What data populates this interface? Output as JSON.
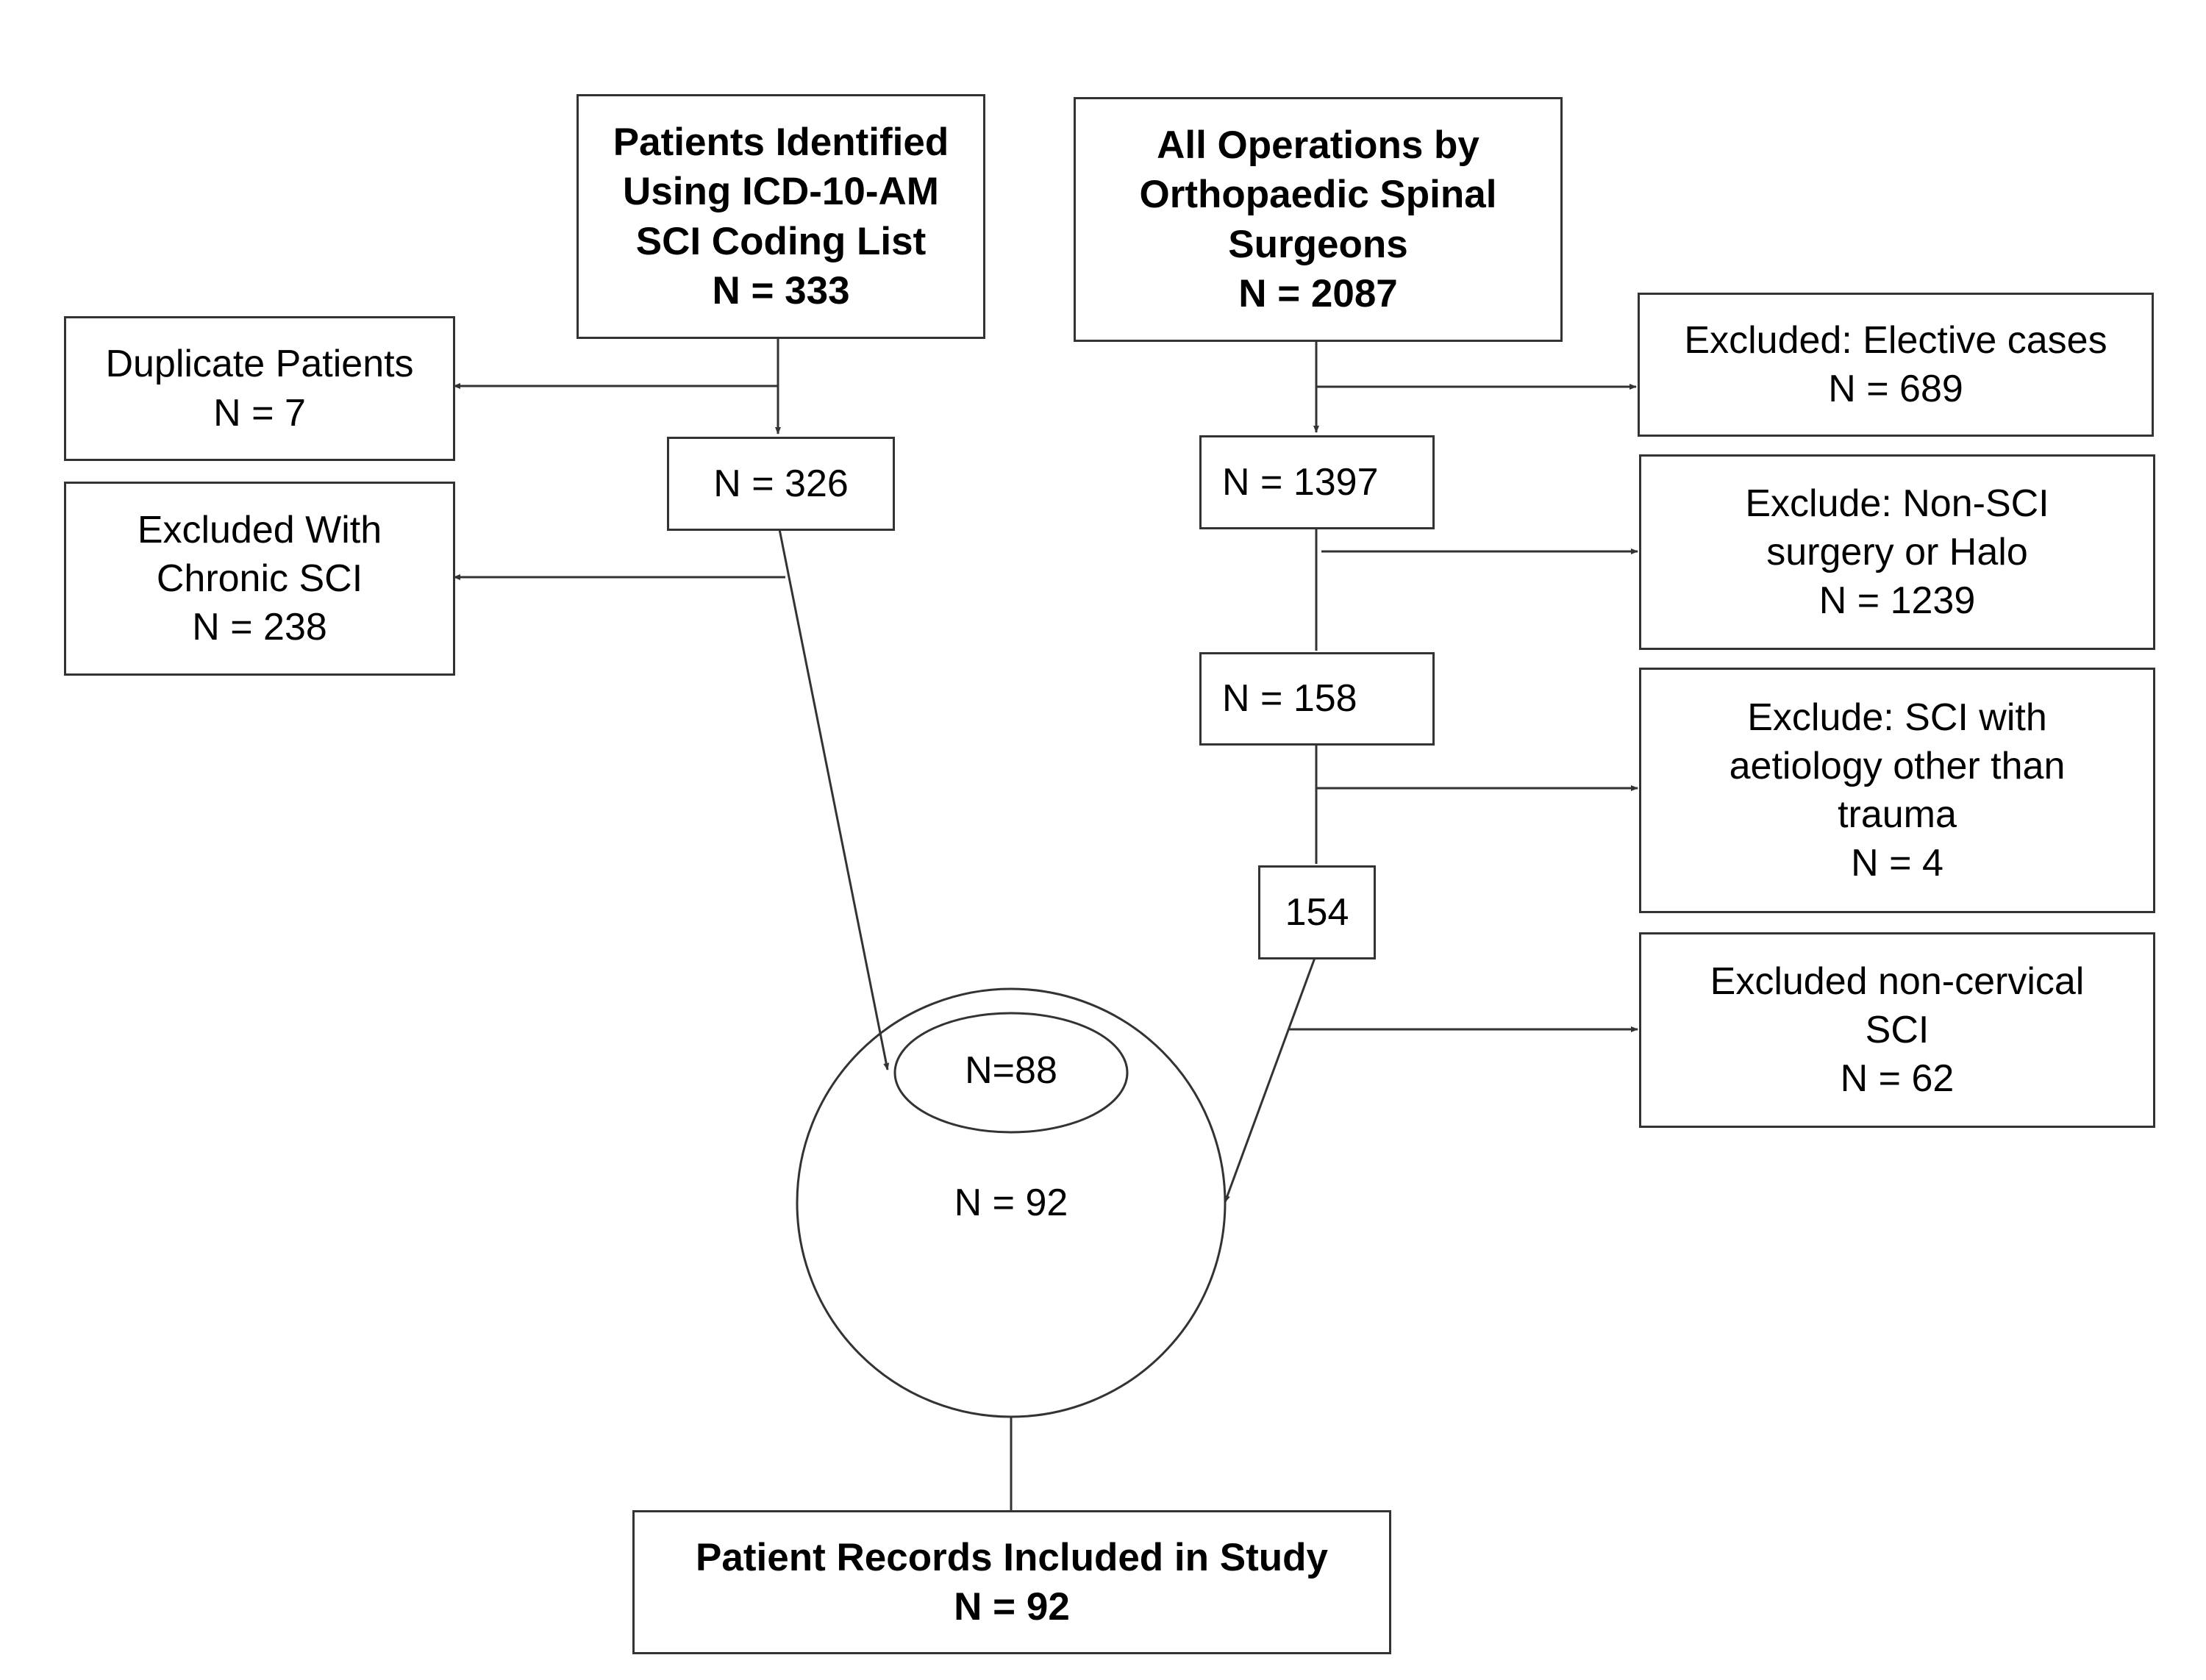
{
  "flowchart": {
    "left_source": {
      "lines": [
        "Patients Identified",
        "Using ICD-10-AM",
        "SCI Coding List",
        "N = 333"
      ]
    },
    "right_source": {
      "lines": [
        "All Operations by",
        "Orthopaedic Spinal",
        "Surgeons",
        "N = 2087"
      ]
    },
    "duplicate": {
      "lines": [
        "Duplicate Patients",
        "N = 7"
      ]
    },
    "chronic": {
      "lines": [
        "Excluded With",
        "Chronic SCI",
        "N = 238"
      ]
    },
    "left_n326": {
      "label": "N = 326"
    },
    "elective": {
      "lines": [
        "Excluded: Elective cases",
        "N = 689"
      ]
    },
    "right_n1397": {
      "label": "N = 1397"
    },
    "non_sci": {
      "lines": [
        "Exclude: Non-SCI",
        "surgery or Halo",
        "N = 1239"
      ]
    },
    "right_n158": {
      "label": "N = 158"
    },
    "aetiology": {
      "lines": [
        "Exclude: SCI with",
        "aetiology other than",
        "trauma",
        "N = 4"
      ]
    },
    "right_n154": {
      "label": "154"
    },
    "non_cervical": {
      "lines": [
        "Excluded non-cervical",
        "SCI",
        "N = 62"
      ]
    },
    "overlap_inner": {
      "label": "N=88"
    },
    "overlap_outer": {
      "label": "N = 92"
    },
    "final": {
      "lines": [
        "Patient Records Included in Study",
        "N = 92"
      ]
    }
  }
}
